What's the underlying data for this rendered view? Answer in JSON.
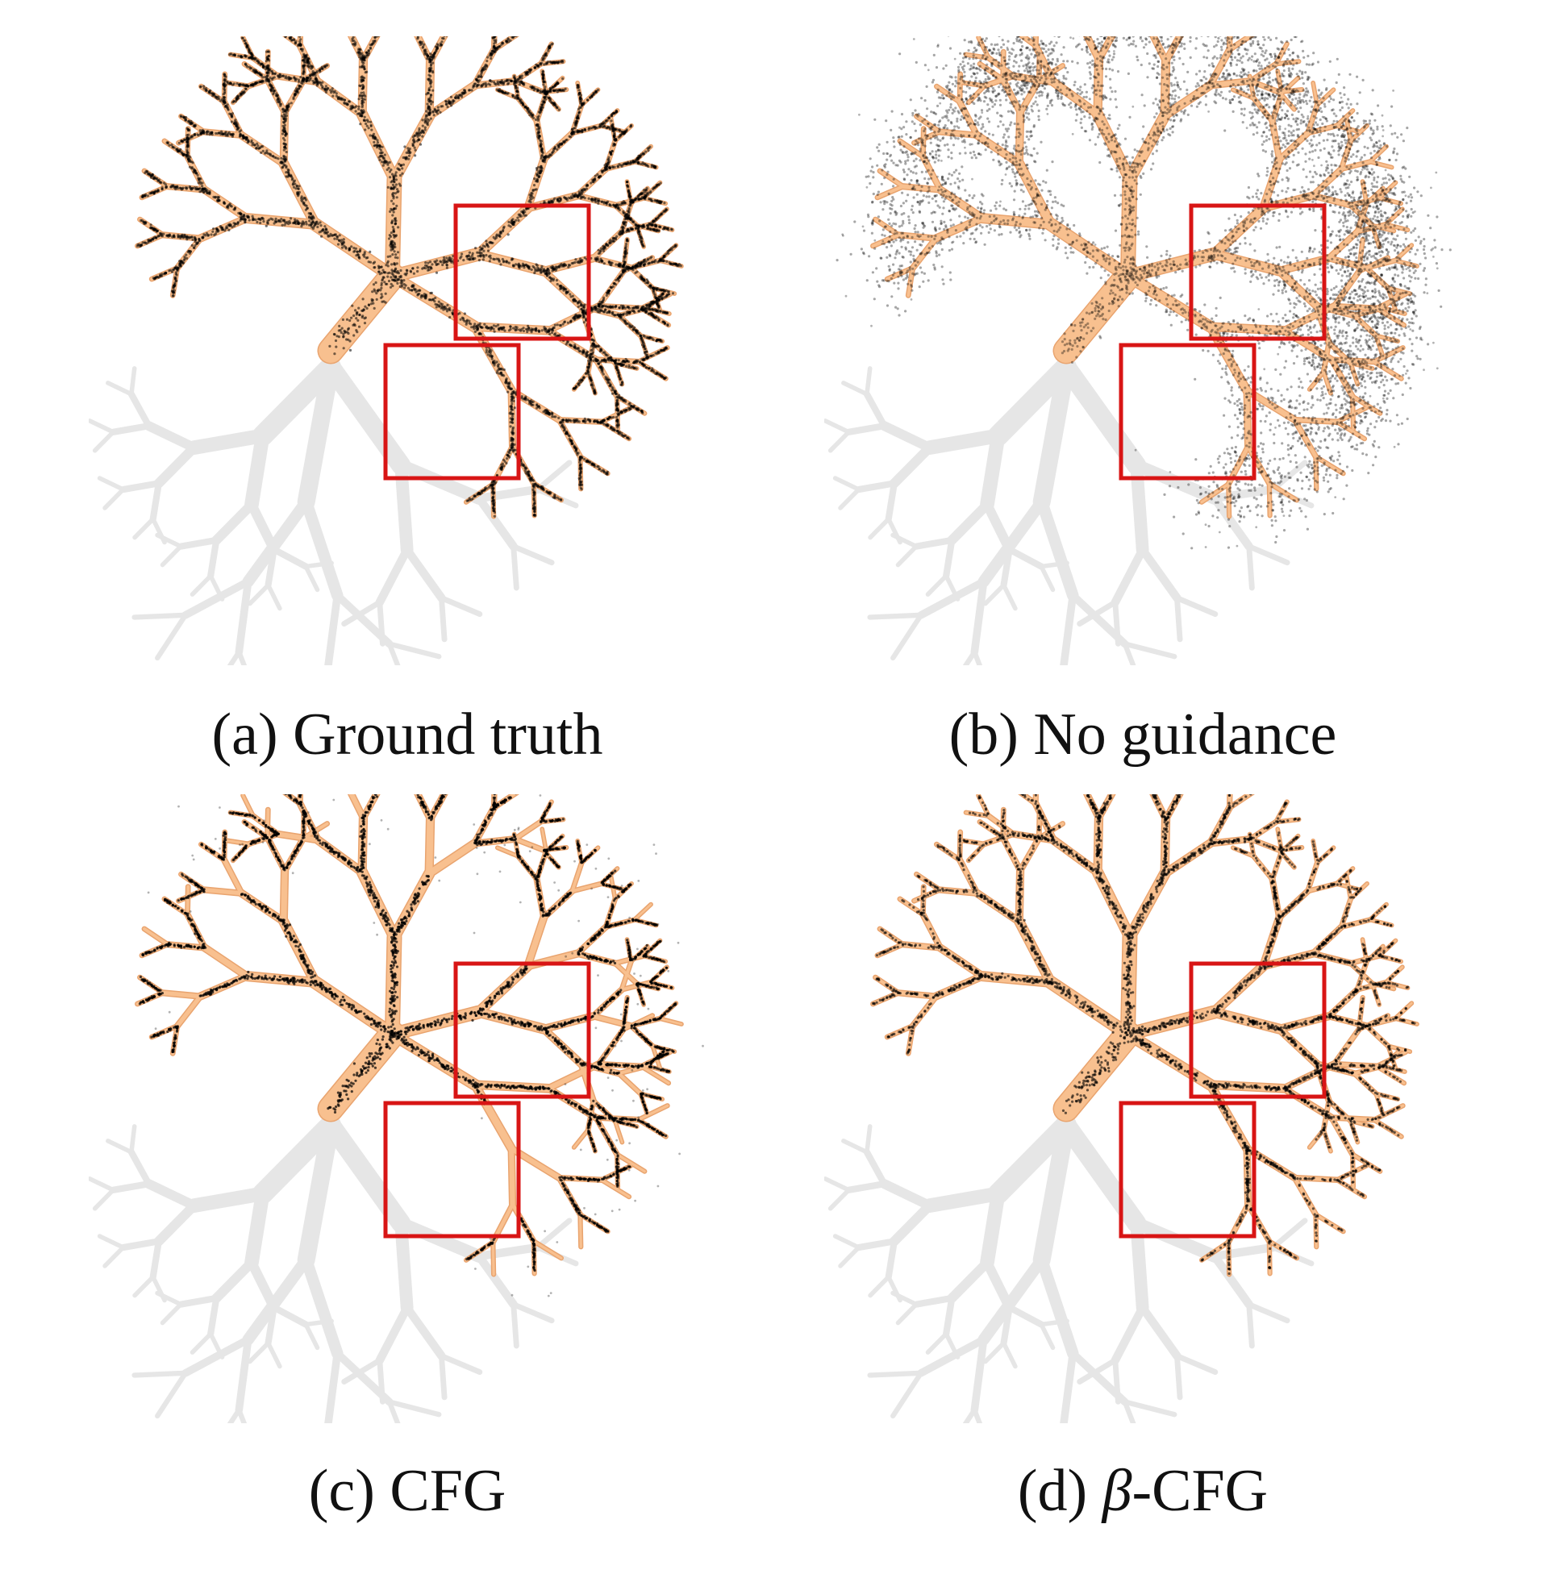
{
  "figure": {
    "panels": [
      {
        "id": "a",
        "caption": "(a) Ground truth",
        "mode": "ground-truth"
      },
      {
        "id": "b",
        "caption": "(b) No guidance",
        "mode": "no-guidance"
      },
      {
        "id": "c",
        "caption": "(c) CFG",
        "mode": "cfg"
      },
      {
        "id": "d",
        "caption_prefix": "(d) ",
        "caption_greek": "β",
        "caption_suffix": "-CFG",
        "mode": "beta-cfg"
      }
    ],
    "colors": {
      "background_tree": "#e6e6e6",
      "target_branch": "#f8c08f",
      "target_branch_edge": "#e9a46f",
      "samples": "#000000",
      "highlight_box": "#d81515"
    },
    "highlight_boxes_per_panel": 2
  }
}
